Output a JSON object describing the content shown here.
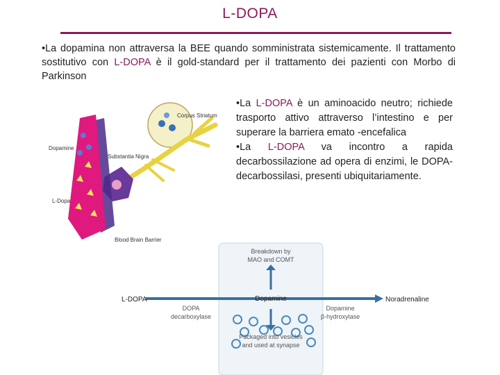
{
  "title": "L-DOPA",
  "para1": {
    "bullet": "•",
    "text_before": "La dopamina non attraversa la BEE quando somministrata sistemicamente. Il trattamento sostitutivo con ",
    "highlight": "L-DOPA",
    "text_after": " è il gold-standard per il trattamento dei pazienti con Morbo di Parkinson"
  },
  "para2": {
    "bullet1": "•",
    "b1_before": "La ",
    "b1_highlight": "L-DOPA",
    "b1_after": " è un aminoacido neutro; richiede trasporto attivo attraverso l’intestino e per superare la barriera emato -encefalica",
    "bullet2": "•",
    "b2_before": "La ",
    "b2_highlight": "L-DOPA",
    "b2_after": " va incontro a rapida decarbossilazione ad opera di enzimi, le DOPA-decarbossilasi, presenti ubiquitariamente."
  },
  "figure1": {
    "corpus_striatum": "Corpus Striatum",
    "substantia_nigra": "Substantia Nigra",
    "dopamine": "Dopamine",
    "ldopa": "L-Dopa",
    "bbb": "Blood Brain Barrier",
    "colors": {
      "vessel": "#e0197f",
      "neuron": "#f2e35a",
      "membrane": "#4a2a8a"
    }
  },
  "figure2": {
    "breakdown_line1": "Breakdown by",
    "breakdown_line2": "MAO and COMT",
    "ldopa": "L-DOPA",
    "dopamine": "Dopamine",
    "noradrenaline": "Noradrenaline",
    "ddc_line1": "DOPA",
    "ddc_line2": "decarboxylase",
    "dbh_line1": "Dopamine",
    "dbh_line2": "β-hydroxylase",
    "vesicle_line1": "Packaged into vesicles",
    "vesicle_line2": "and used at synapse",
    "colors": {
      "arrow": "#3a6fa0",
      "vesicle": "#4a8ab8",
      "accent": "#c0202f"
    }
  }
}
